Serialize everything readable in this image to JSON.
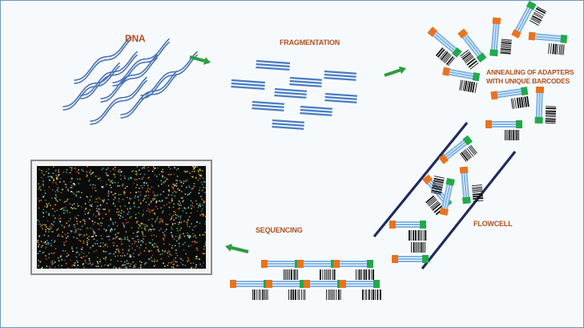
{
  "labels": {
    "dna": "DNA",
    "fragmentation": "FRAGMENTATION",
    "annealing_line1": "ANNEALING OF ADAPTERS",
    "annealing_line2": "WITH UNIQUE BARCODES",
    "flowcell": "FLOWCELL",
    "sequencing": "SEQUENCING"
  },
  "colors": {
    "label_text": "#b14f1d",
    "dna_strand": "#4a73b5",
    "fragment": "#4a7dc4",
    "arrow": "#2e9b3e",
    "adapter_orange": "#e8741e",
    "adapter_green": "#22a94a",
    "read_body": "#7fb4e8",
    "flowcell_line": "#1f2a5e",
    "image_frame": "#8a8a8a",
    "image_background": "#0a0b0a"
  }
}
